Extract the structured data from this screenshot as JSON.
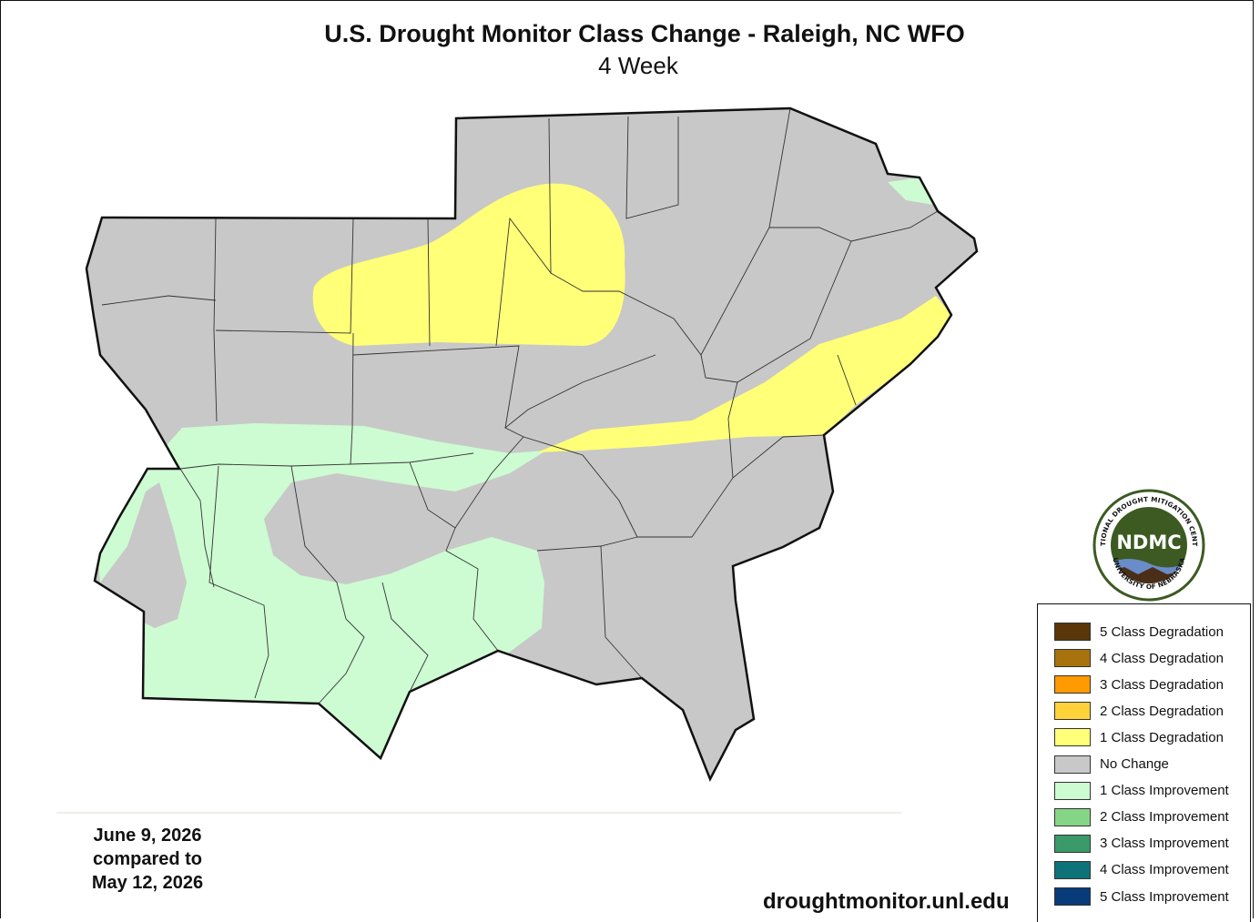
{
  "title": "U.S. Drought Monitor Class Change - Raleigh, NC WFO",
  "subtitle": "4 Week",
  "date_lines": [
    "June 9, 2026",
    "compared to",
    "May 12, 2026"
  ],
  "source": "droughtmonitor.unl.edu",
  "logo": {
    "center_text": "NDMC",
    "ring_top": "NATIONAL DROUGHT MITIGATION CENTER",
    "ring_bottom": "UNIVERSITY OF NEBRASKA",
    "colors": {
      "disk": "#3c5a22",
      "ring": "#ffffff",
      "water": "#6a8cc8",
      "soil": "#4a2e17"
    }
  },
  "legend": [
    {
      "label": "5 Class Degradation",
      "color": "#5a3608"
    },
    {
      "label": "4 Class Degradation",
      "color": "#a8720e"
    },
    {
      "label": "3 Class Degradation",
      "color": "#ff9a00"
    },
    {
      "label": "2 Class Degradation",
      "color": "#ffd23a"
    },
    {
      "label": "1 Class Degradation",
      "color": "#ffff78"
    },
    {
      "label": "No Change",
      "color": "#c8c8c8"
    },
    {
      "label": "1 Class Improvement",
      "color": "#cdfbd2"
    },
    {
      "label": "2 Class Improvement",
      "color": "#86d587"
    },
    {
      "label": "3 Class Improvement",
      "color": "#3a9a6a"
    },
    {
      "label": "4 Class Improvement",
      "color": "#0e7379"
    },
    {
      "label": "5 Class Improvement",
      "color": "#073b7a"
    }
  ],
  "map_colors": {
    "no_change": "#c8c8c8",
    "degradation_1": "#ffff78",
    "improvement_1": "#cdfbd2",
    "outline": "#111111",
    "county_line": "#333333"
  }
}
